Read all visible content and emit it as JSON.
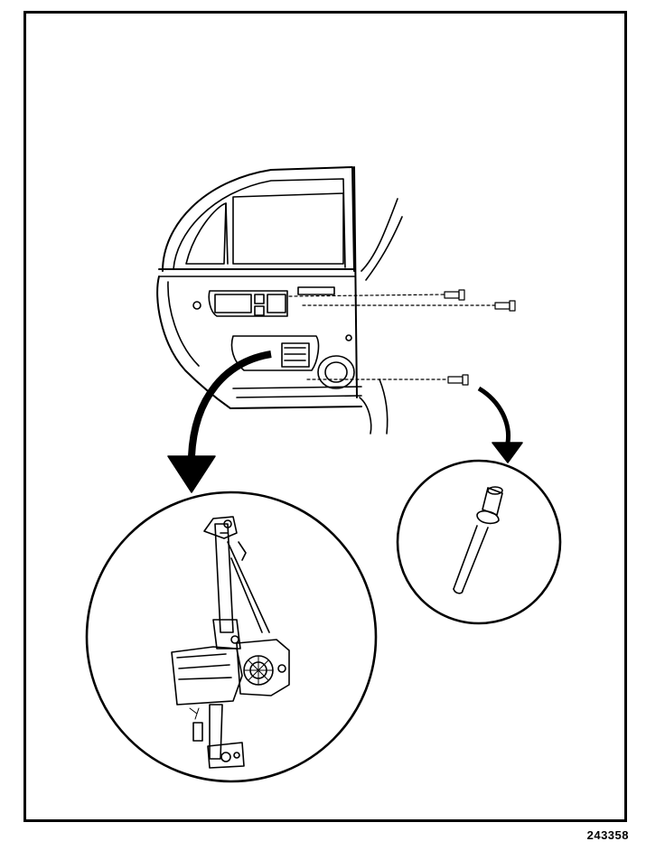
{
  "figure": {
    "number": "243358"
  },
  "colors": {
    "line": "#000000",
    "background": "#ffffff"
  },
  "parts": {
    "door": "rear-door-inner-panel",
    "detail_left": "window-regulator-and-motor",
    "detail_right": "rivet"
  }
}
